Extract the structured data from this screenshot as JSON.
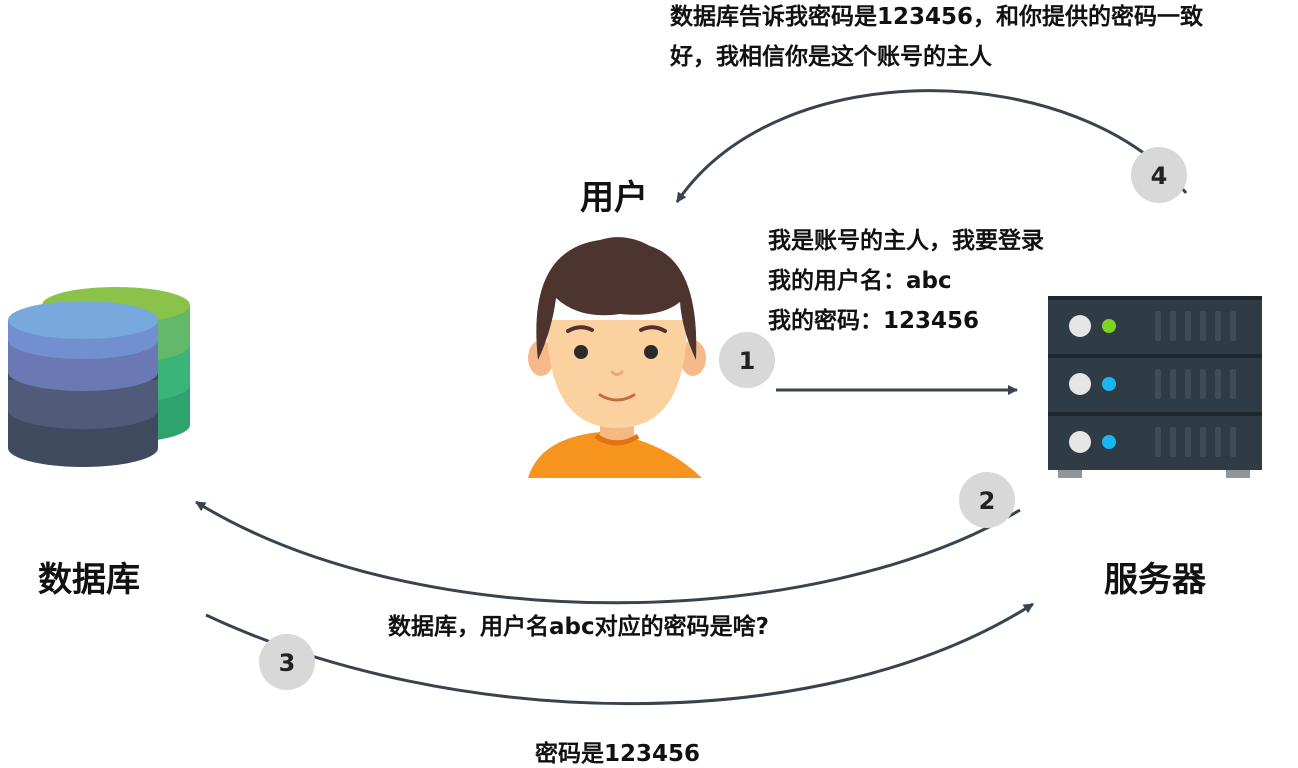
{
  "labels": {
    "user": "用户",
    "database": "数据库",
    "server": "服务器"
  },
  "steps": [
    {
      "number": "1",
      "lines": [
        "我是账号的主人，我要登录",
        "我的用户名：abc",
        "我的密码：123456"
      ]
    },
    {
      "number": "2",
      "text": "数据库，用户名abc对应的密码是啥?"
    },
    {
      "number": "3",
      "text": "密码是123456"
    },
    {
      "number": "4",
      "lines": [
        "数据库告诉我密码是123456，和你提供的密码一致",
        "好，我相信你是这个账号的主人"
      ]
    }
  ],
  "colors": {
    "arrow": "#37444f",
    "step_circle": "#d8d8d8",
    "server_body": "#2f3b45",
    "server_led_green": "#7ed321",
    "server_led_blue": "#1ab6f0",
    "db_front_top": "#78a9dc",
    "db_back_top": "#8bc34a",
    "user_shirt": "#f7941d",
    "user_hair": "#4e342e",
    "user_skin": "#fcd1a0"
  }
}
